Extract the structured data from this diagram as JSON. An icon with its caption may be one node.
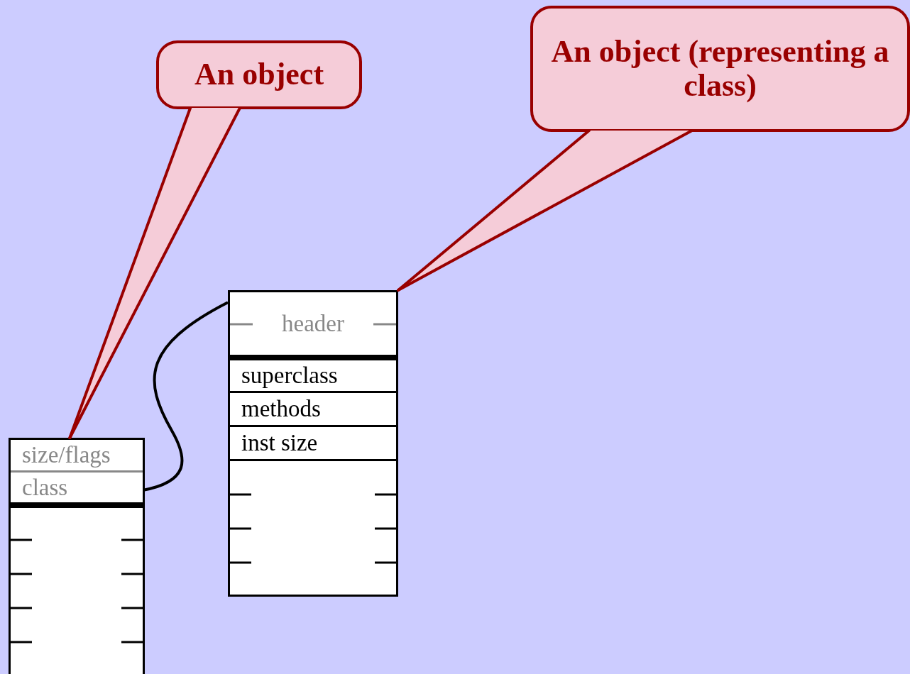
{
  "diagram": {
    "nodes": [
      {
        "text": [
          "An object"
        ]
      },
      {
        "text": [
          "An object (representing a class)"
        ]
      },
      {
        "text": [],
        "shape": "box"
      },
      {
        "text": [
          "size/flags"
        ],
        "in": 2
      },
      {
        "text": [
          "class"
        ],
        "in": 2
      },
      {
        "text": [],
        "shape": "box"
      },
      {
        "text": [
          "header"
        ],
        "in": 5
      },
      {
        "text": [
          "superclass"
        ],
        "in": 5
      },
      {
        "text": [
          "methods"
        ],
        "in": 5
      },
      {
        "text": [
          "inst size"
        ],
        "in": 5
      }
    ],
    "edges": [
      {
        "from": 0,
        "to": 2,
        "arrow": "none"
      },
      {
        "from": 1,
        "to": 5,
        "arrow": "none"
      },
      {
        "from": 4,
        "to": 5,
        "arrow": "none",
        "color": "#000000"
      }
    ]
  }
}
